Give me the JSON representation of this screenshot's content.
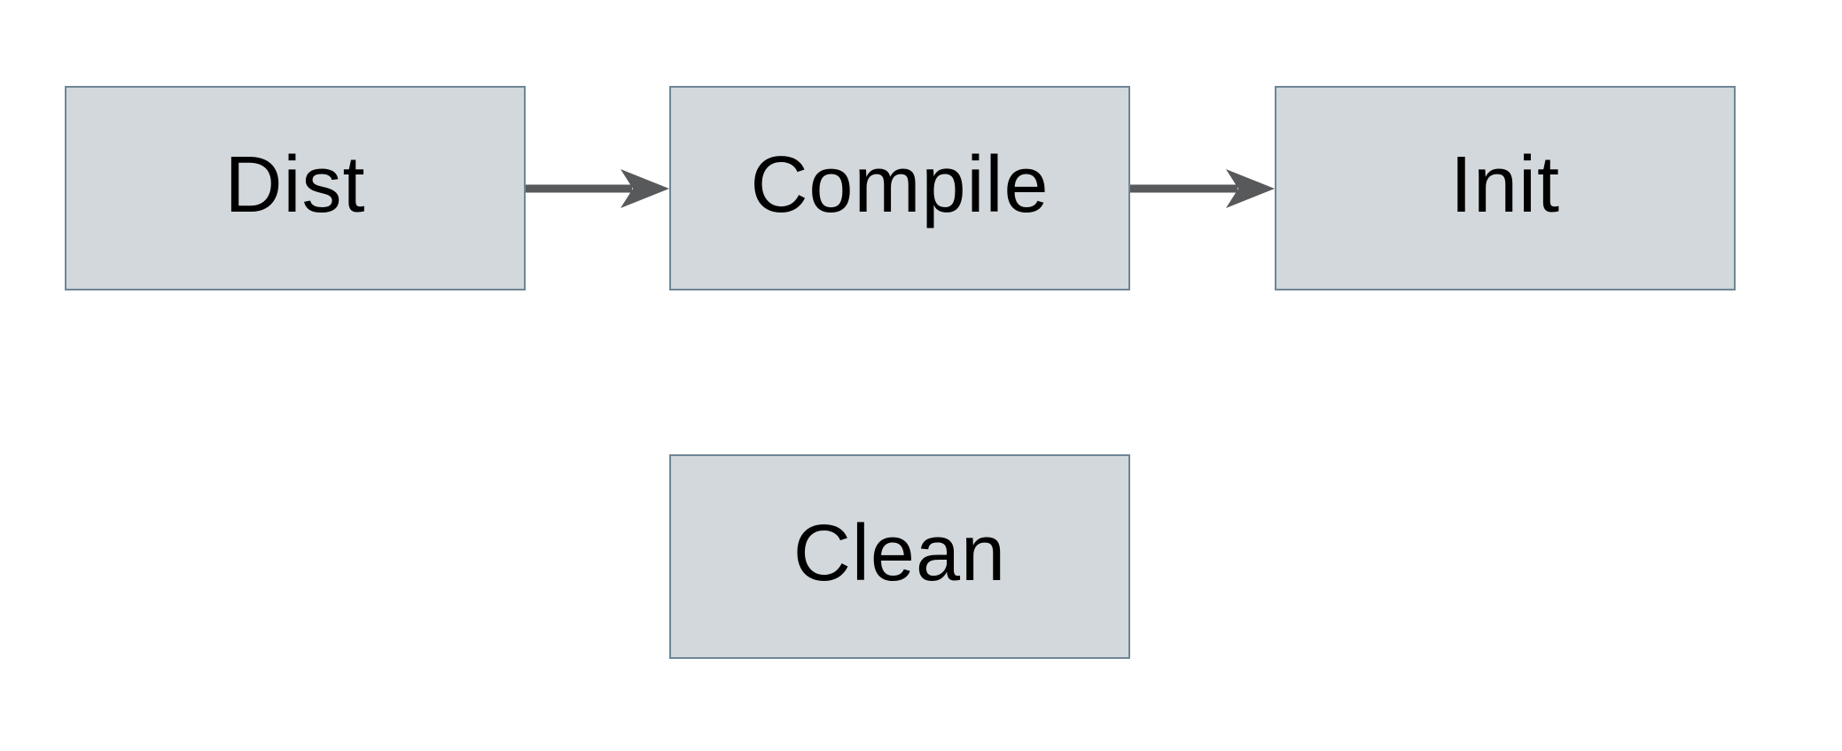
{
  "diagram": {
    "nodes": [
      {
        "id": "dist",
        "label": "Dist"
      },
      {
        "id": "compile",
        "label": "Compile"
      },
      {
        "id": "init",
        "label": "Init"
      },
      {
        "id": "clean",
        "label": "Clean"
      }
    ],
    "edges": [
      {
        "from": "Dist",
        "to": "Compile",
        "style": "arrow-right"
      },
      {
        "from": "Compile",
        "to": "Init",
        "style": "arrow-right"
      }
    ],
    "colors": {
      "bg": "#ffffff",
      "node_fill": "#d2d8db",
      "node_border": "#6e8696",
      "arrow": "#58595b",
      "text": "#000000"
    }
  }
}
